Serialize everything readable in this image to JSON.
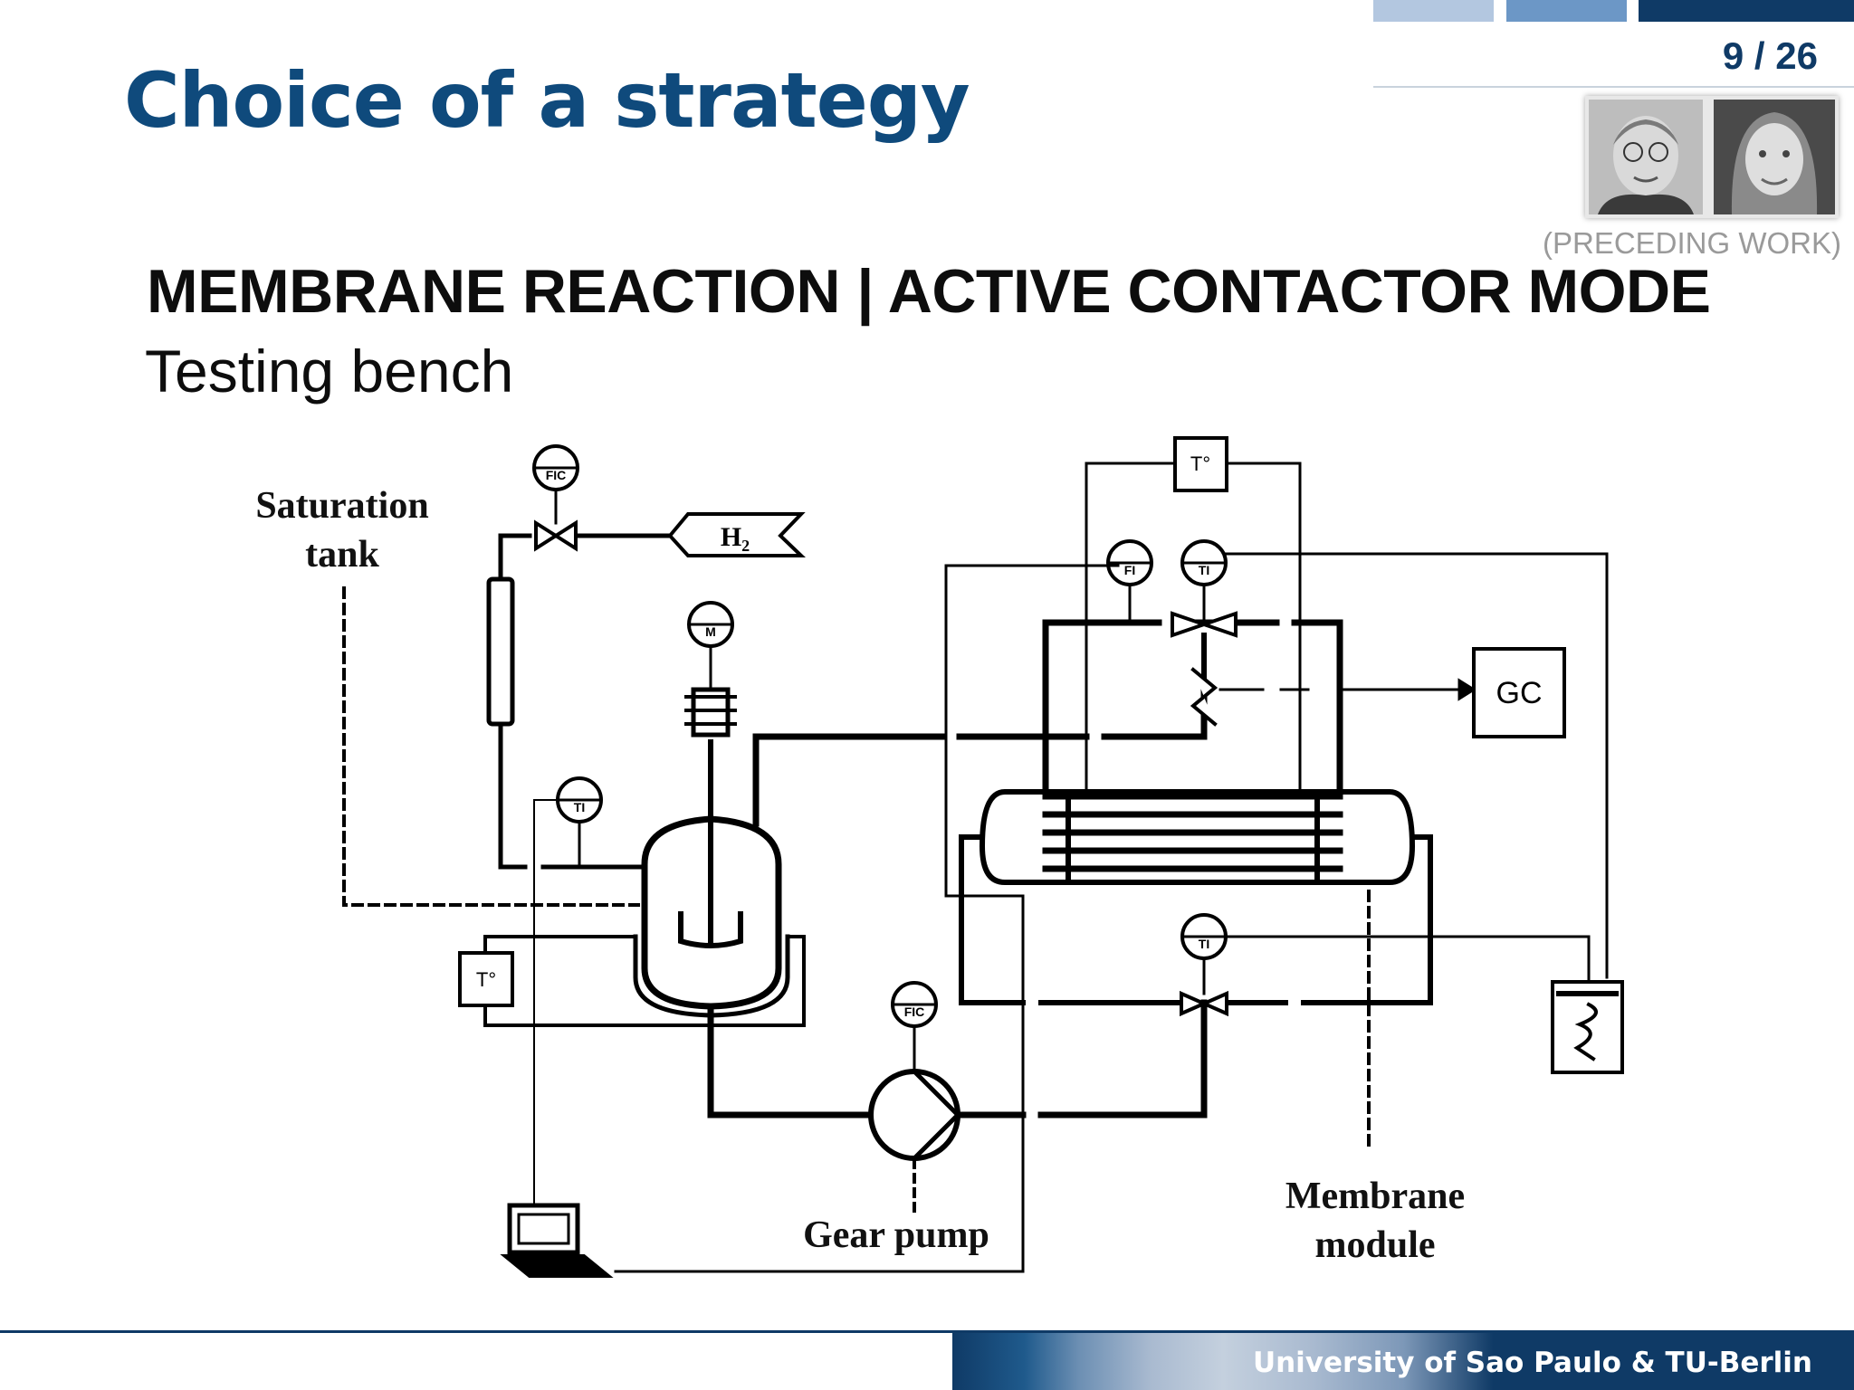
{
  "slide": {
    "title": "Choice of a strategy",
    "page_number": "9 / 26",
    "preceding_note": "(PRECEDING WORK)",
    "section_heading": "MEMBRANE REACTION | ACTIVE CONTACTOR MODE",
    "subheading": "Testing bench"
  },
  "diagram": {
    "labels": {
      "saturation_tank_line1": "Saturation",
      "saturation_tank_line2": "tank",
      "gear_pump": "Gear pump",
      "membrane_module_line1": "Membrane",
      "membrane_module_line2": "module",
      "hydrogen": "H₂",
      "gc": "GC"
    },
    "instrument_tags": {
      "hydrogen_flow": "FIC",
      "stirrer": "M",
      "reactor_temp": "TI",
      "pump": "FIC",
      "shell_flow": "FI",
      "shell_temp": "TI",
      "return_temp": "TI",
      "thermostat_top": "T°",
      "thermostat_left": "T°"
    }
  },
  "footer": {
    "institution": "University of Sao Paulo & TU-Berlin"
  },
  "colors": {
    "title": "#0f4a7c",
    "footer_dark": "#0f3a66",
    "topbar_light": "#b3c7e0",
    "topbar_mid": "#6c97c6",
    "topbar_dark": "#0f3a66"
  },
  "icons": [
    "laptop-icon",
    "heater-icon",
    "user-photo-1",
    "user-photo-2"
  ]
}
